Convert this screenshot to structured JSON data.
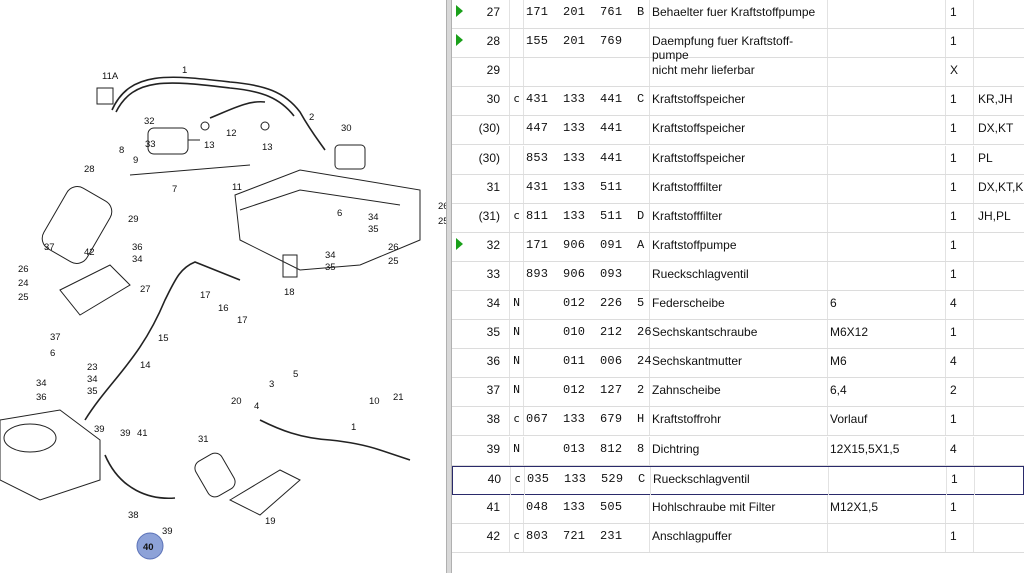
{
  "diagram": {
    "highlighted_callout": "40",
    "callouts": [
      "1",
      "11A",
      "32",
      "33",
      "2",
      "30",
      "12",
      "13",
      "3",
      "8",
      "9",
      "28",
      "7",
      "11",
      "29",
      "26",
      "25",
      "6",
      "34",
      "35",
      "37",
      "36",
      "42",
      "24",
      "26",
      "27",
      "16",
      "17",
      "15",
      "34",
      "36",
      "5",
      "4",
      "20",
      "10",
      "21",
      "31",
      "39",
      "41",
      "19",
      "38",
      "40",
      "39",
      "14",
      "23",
      "34",
      "35",
      "1",
      "25"
    ]
  },
  "parts": [
    {
      "pos": "27",
      "arrow": true,
      "flag": "",
      "number": "171  201  761  B",
      "desc": "Behaelter fuer Kraftstoffpumpe",
      "spec": "",
      "qty": "1",
      "model": ""
    },
    {
      "pos": "28",
      "arrow": true,
      "flag": "",
      "number": "155  201  769",
      "desc": "Daempfung fuer Kraftstoff-pumpe",
      "spec": "",
      "qty": "1",
      "model": ""
    },
    {
      "pos": "29",
      "arrow": false,
      "flag": "",
      "number": "",
      "desc": "nicht mehr lieferbar",
      "spec": "",
      "qty": "X",
      "model": ""
    },
    {
      "pos": "30",
      "arrow": false,
      "flag": "c",
      "number": "431  133  441  C",
      "desc": "Kraftstoffspeicher",
      "spec": "",
      "qty": "1",
      "model": "KR,JH"
    },
    {
      "pos": "(30)",
      "arrow": false,
      "flag": "",
      "number": "447  133  441",
      "desc": "Kraftstoffspeicher",
      "spec": "",
      "qty": "1",
      "model": "DX,KT"
    },
    {
      "pos": "(30)",
      "arrow": false,
      "flag": "",
      "number": "853  133  441",
      "desc": "Kraftstoffspeicher",
      "spec": "",
      "qty": "1",
      "model": "PL"
    },
    {
      "pos": "31",
      "arrow": false,
      "flag": "",
      "number": "431  133  511",
      "desc": "Kraftstofffilter",
      "spec": "",
      "qty": "1",
      "model": "DX,KT,K"
    },
    {
      "pos": "(31)",
      "arrow": false,
      "flag": "c",
      "number": "811  133  511  D",
      "desc": "Kraftstofffilter",
      "spec": "",
      "qty": "1",
      "model": "JH,PL"
    },
    {
      "pos": "32",
      "arrow": true,
      "flag": "",
      "number": "171  906  091  A",
      "desc": "Kraftstoffpumpe",
      "spec": "",
      "qty": "1",
      "model": ""
    },
    {
      "pos": "33",
      "arrow": false,
      "flag": "",
      "number": "893  906  093",
      "desc": "Rueckschlagventil",
      "spec": "",
      "qty": "1",
      "model": ""
    },
    {
      "pos": "34",
      "arrow": false,
      "flag": "N",
      "number": "     012  226  5",
      "desc": "Federscheibe",
      "spec": "6",
      "qty": "4",
      "model": ""
    },
    {
      "pos": "35",
      "arrow": false,
      "flag": "N",
      "number": "     010  212  26",
      "desc": "Sechskantschraube",
      "spec": "M6X12",
      "qty": "1",
      "model": ""
    },
    {
      "pos": "36",
      "arrow": false,
      "flag": "N",
      "number": "     011  006  24",
      "desc": "Sechskantmutter",
      "spec": "M6",
      "qty": "4",
      "model": ""
    },
    {
      "pos": "37",
      "arrow": false,
      "flag": "N",
      "number": "     012  127  2",
      "desc": "Zahnscheibe",
      "spec": "6,4",
      "qty": "2",
      "model": ""
    },
    {
      "pos": "38",
      "arrow": false,
      "flag": "c",
      "number": "067  133  679  H",
      "desc": "Kraftstoffrohr",
      "spec": "Vorlauf",
      "qty": "1",
      "model": ""
    },
    {
      "pos": "39",
      "arrow": false,
      "flag": "N",
      "number": "     013  812  8",
      "desc": "Dichtring",
      "spec": "12X15,5X1,5",
      "qty": "4",
      "model": ""
    },
    {
      "pos": "40",
      "arrow": false,
      "flag": "c",
      "number": "035  133  529  C",
      "desc": "Rueckschlagventil",
      "spec": "",
      "qty": "1",
      "model": "",
      "selected": true
    },
    {
      "pos": "41",
      "arrow": false,
      "flag": "",
      "number": "048  133  505",
      "desc": "Hohlschraube mit Filter",
      "spec": "M12X1,5",
      "qty": "1",
      "model": ""
    },
    {
      "pos": "42",
      "arrow": false,
      "flag": "c",
      "number": "803  721  231",
      "desc": "Anschlagpuffer",
      "spec": "",
      "qty": "1",
      "model": ""
    }
  ]
}
